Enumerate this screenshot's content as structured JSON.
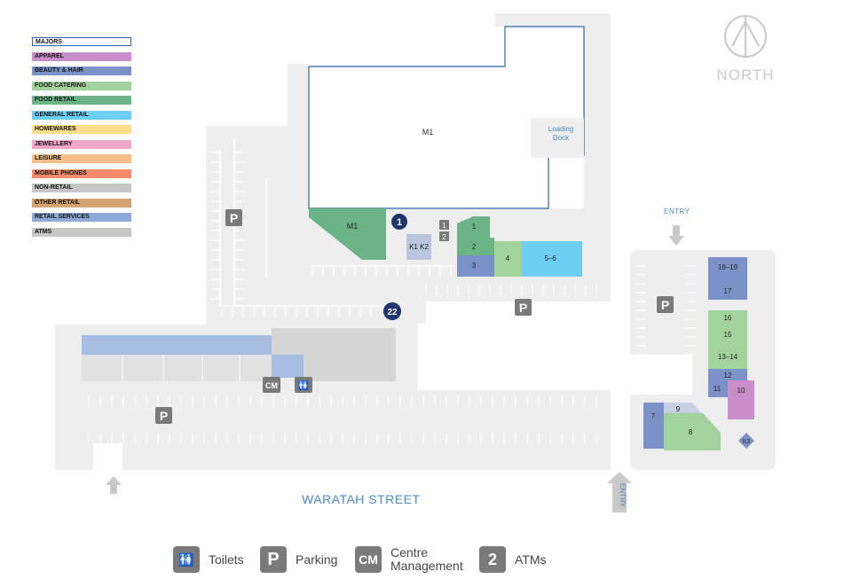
{
  "legend": [
    {
      "label": "MAJORS",
      "color": "#ffffff"
    },
    {
      "label": "APPAREL",
      "color": "#c98ec9"
    },
    {
      "label": "BEAUTY & HAIR",
      "color": "#7b91c7"
    },
    {
      "label": "FOOD CATERING",
      "color": "#a3d39c"
    },
    {
      "label": "FOOD RETAIL",
      "color": "#6ab488"
    },
    {
      "label": "GENERAL RETAIL",
      "color": "#6ecff5"
    },
    {
      "label": "HOMEWARES",
      "color": "#fddc8c"
    },
    {
      "label": "JEWELLERY",
      "color": "#f2a6c8"
    },
    {
      "label": "LEISURE",
      "color": "#f8be8a"
    },
    {
      "label": "MOBILE PHONES",
      "color": "#f58b6a"
    },
    {
      "label": "NON-RETAIL",
      "color": "#c6c6c6"
    },
    {
      "label": "OTHER RETAIL",
      "color": "#d4a36e"
    },
    {
      "label": "RETAIL SERVICES",
      "color": "#8daad8"
    },
    {
      "label": "ATMS",
      "color": "#c6c6c6"
    }
  ],
  "north": {
    "label": "NORTH"
  },
  "labels": {
    "m1_major": "M1",
    "loading_dock": "Loading\nDock",
    "m1_food": "M1",
    "k1k2": "K1 K2",
    "marker_1": "1",
    "marker_22": "22",
    "street": "WARATAH STREET",
    "entry_right": "ENTRY",
    "entry_bottom": "ENTRY",
    "atm_1": "1",
    "atm_2": "2"
  },
  "shops": [
    {
      "id": "1",
      "color": "#6ab488"
    },
    {
      "id": "2",
      "color": "#6ab488"
    },
    {
      "id": "3",
      "color": "#7b91c7"
    },
    {
      "id": "4",
      "color": "#a3d39c"
    },
    {
      "id": "5–6",
      "color": "#6ecff5"
    },
    {
      "id": "18–19",
      "color": "#7b91c7"
    },
    {
      "id": "17",
      "color": "#7b91c7"
    },
    {
      "id": "16",
      "color": "#a3d39c"
    },
    {
      "id": "15",
      "color": "#a3d39c"
    },
    {
      "id": "13–14",
      "color": "#a3d39c"
    },
    {
      "id": "12",
      "color": "#7b91c7"
    },
    {
      "id": "11",
      "color": "#7b91c7"
    },
    {
      "id": "10",
      "color": "#c98ec9"
    },
    {
      "id": "9",
      "color": "#a7b3cc"
    },
    {
      "id": "7",
      "color": "#7b91c7"
    },
    {
      "id": "8",
      "color": "#a3d39c"
    },
    {
      "id": "K3",
      "color": "#7b91c7"
    }
  ],
  "parking_symbol": "P",
  "cm_symbol": "CM",
  "bottom_legend": {
    "toilets": "Toilets",
    "parking": "Parking",
    "centre": "Centre",
    "management": "Management",
    "atms": "ATMs",
    "parking_icon": "P",
    "cm_icon": "CM",
    "atm_icon": "2"
  },
  "colors": {
    "ground": "#eeeeee",
    "bay_line": "#ffffff",
    "major_outline": "#2f63a6",
    "marker": "#1e3570",
    "icon_grey": "#7a7a7a",
    "text_blue": "#4a88c6"
  }
}
